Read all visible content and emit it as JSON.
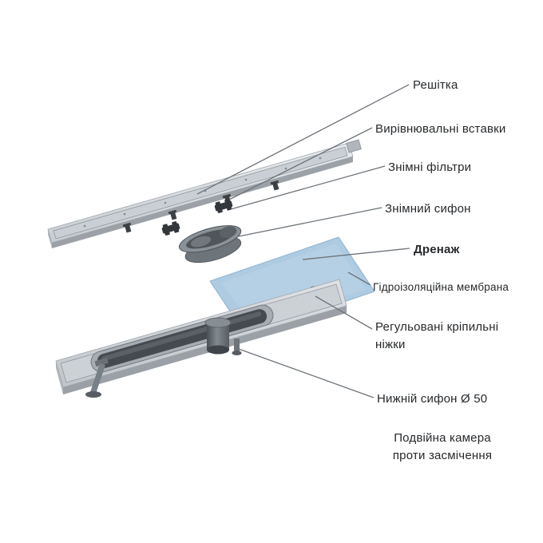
{
  "colors": {
    "membrane_blue": "#aecbe1",
    "membrane_edge": "#8fb3cf",
    "metal_light": "#d6dadd",
    "metal_mid": "#b9bfc4",
    "metal_dark": "#454a4f",
    "part_dark_gray": "#565c62",
    "leader_line": "#6e747a",
    "label_text": "#26292c"
  },
  "labels": {
    "grate": "Решітка",
    "leveling_inserts": "Вирівнювальні вставки",
    "removable_filters": "Знімні фільтри",
    "removable_siphon": "Знімний сифон",
    "drainage": "Дренаж",
    "waterproof_membrane": "Гідроізоляційна мембрана",
    "adjustable_legs_lines": [
      "Регульовані кріпильні",
      "ніжки"
    ],
    "lower_siphon": "Нижній сифон Ø 50",
    "double_chamber_lines": [
      "Подвійна камера",
      "проти засмічення"
    ]
  }
}
